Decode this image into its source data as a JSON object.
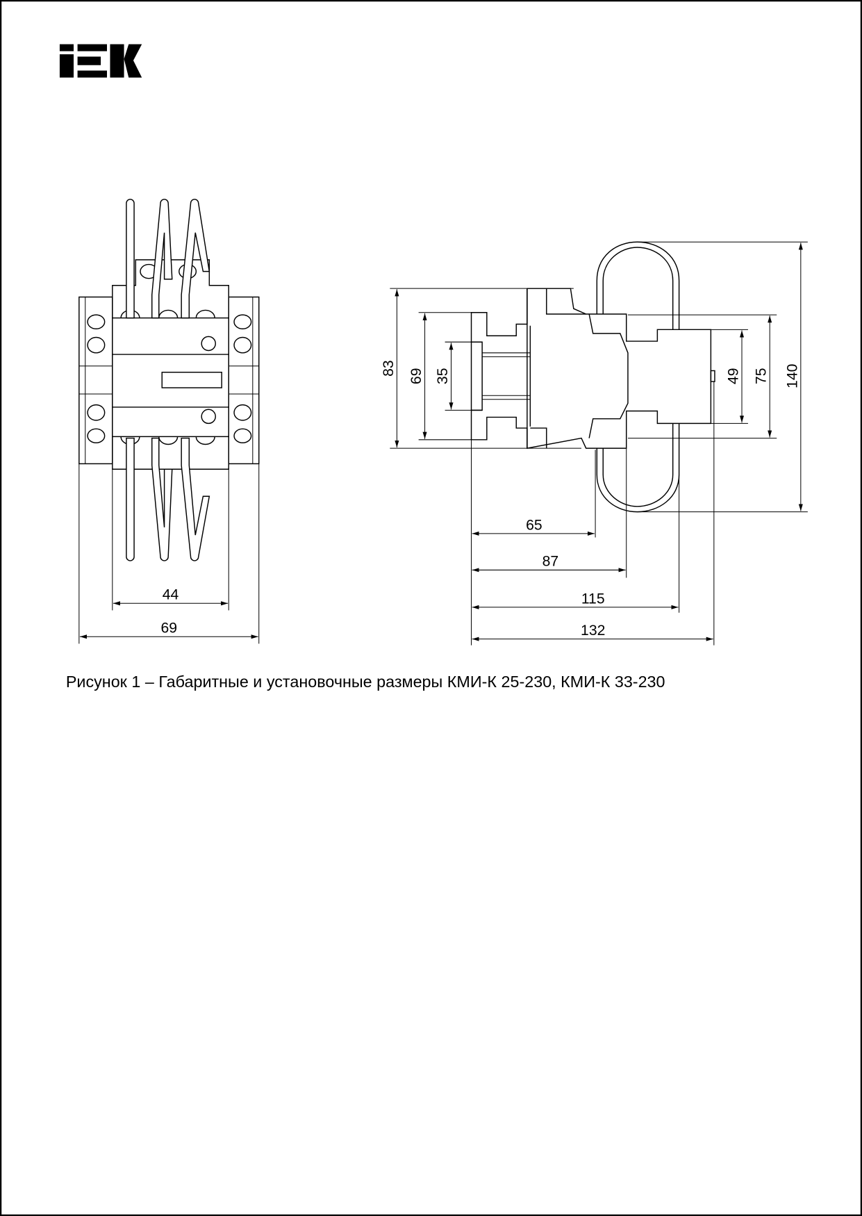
{
  "logo": {
    "text": "IEK"
  },
  "front_view": {
    "dimensions": {
      "inner_width": "44",
      "outer_width": "69"
    }
  },
  "side_view": {
    "dimensions": {
      "height_total": "83",
      "height_mid": "69",
      "din_rail": "35",
      "coil_height": "49",
      "body_height": "75",
      "loop_height": "140",
      "depth_65": "65",
      "depth_87": "87",
      "depth_115": "115",
      "depth_132": "132"
    }
  },
  "caption": "Рисунок 1 – Габаритные и установочные размеры КМИ-К 25-230, КМИ-К 33-230"
}
